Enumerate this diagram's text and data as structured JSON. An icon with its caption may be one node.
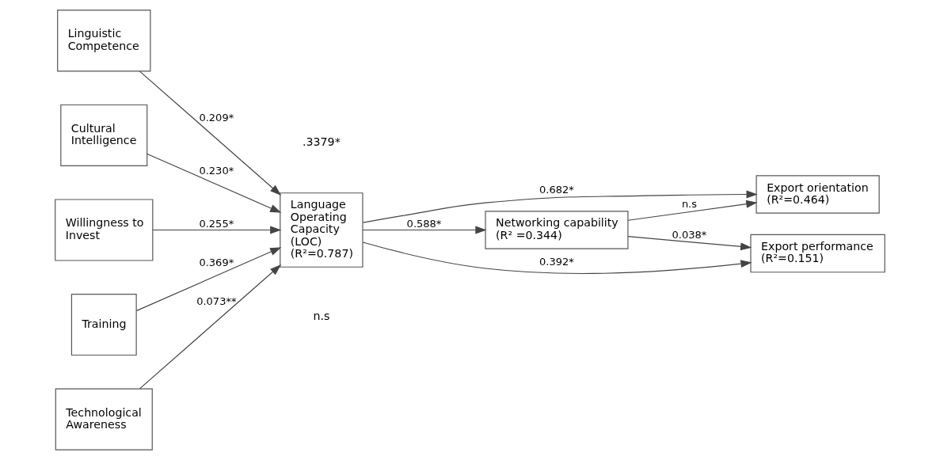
{
  "diagram": {
    "nodes": [
      {
        "text": [
          "Linguistic Competence"
        ]
      },
      {
        "text": [
          "Cultural Intelligence"
        ]
      },
      {
        "text": [
          "Willingness to Invest"
        ]
      },
      {
        "text": [
          "Training"
        ]
      },
      {
        "text": [
          "Technological Awareness"
        ]
      },
      {
        "text": [
          "Language Operating Capacity (LOC)",
          "(R²=0.787)"
        ]
      },
      {
        "text": [
          "Networking capability",
          "(R² =0.344)"
        ]
      },
      {
        "text": [
          "Export orientation",
          "(R²=0.464)"
        ]
      },
      {
        "text": [
          "Export performance",
          "(R²=0.151)"
        ]
      }
    ],
    "edges": [
      {
        "from": 0,
        "to": 5,
        "arrow": "to",
        "label": "0.209*"
      },
      {
        "from": 1,
        "to": 5,
        "arrow": "to",
        "label": "0.230*"
      },
      {
        "from": 2,
        "to": 5,
        "arrow": "to",
        "label": "0.255*"
      },
      {
        "from": 3,
        "to": 5,
        "arrow": "to",
        "label": "0.369*"
      },
      {
        "from": 4,
        "to": 5,
        "arrow": "to",
        "label": "0.073**"
      },
      {
        "from": 5,
        "to": 6,
        "arrow": "to",
        "label": "0.588*"
      },
      {
        "from": 5,
        "to": 7,
        "arrow": "to",
        "label": "0.682*"
      },
      {
        "from": 5,
        "to": 8,
        "arrow": "to",
        "label": "0.392*"
      },
      {
        "from": 6,
        "to": 7,
        "arrow": "to",
        "label": "n.s"
      },
      {
        "from": 6,
        "to": 8,
        "arrow": "to",
        "label": "0.038*"
      }
    ],
    "labels": [
      ".3379*",
      "n.s"
    ]
  }
}
